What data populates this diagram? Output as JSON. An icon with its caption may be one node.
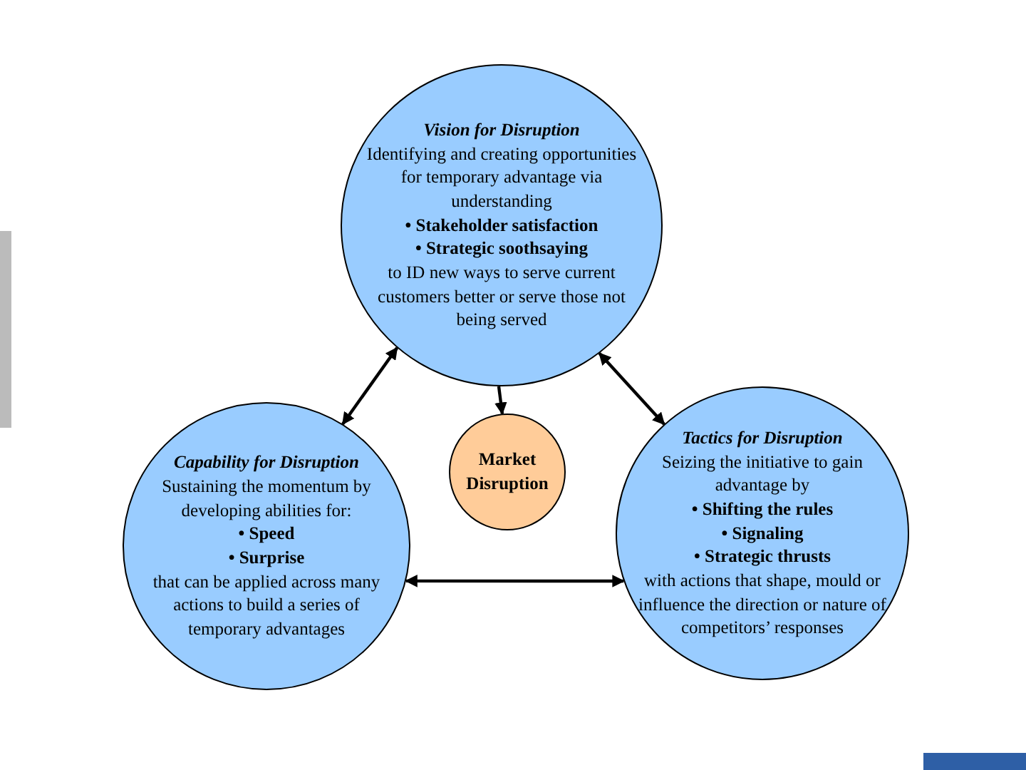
{
  "diagram": {
    "nodes": [
      {
        "text": [
          "Vision for Disruption",
          "Identifying and creating opportunities for temporary advantage via understanding **• Stakeholder satisfaction** **• Strategic soothsaying** to ID new ways to serve current customers better or serve those not being served"
        ]
      },
      {
        "text": [
          "Capability for Disruption",
          "Sustaining the momentum by developing abilities for: **• Speed** **• Surprise** that can be applied across many actions to build a series of temporary advantages"
        ]
      },
      {
        "text": [
          "Market Disruption"
        ]
      },
      {
        "text": [
          "Tactics for Disruption",
          "Seizing the initiative to gain advantage by **• Shifting the rules** **• Signaling** **• Strategic thrusts** with actions that shape, mould or influence the direction or nature of competitors’ responses"
        ]
      }
    ],
    "edges": [
      {
        "from": 0,
        "to": 1,
        "arrow": "both"
      },
      {
        "from": 0,
        "to": 2,
        "arrow": "to"
      },
      {
        "from": 0,
        "to": 3,
        "arrow": "both"
      },
      {
        "from": 1,
        "to": 3,
        "arrow": "both"
      }
    ]
  }
}
